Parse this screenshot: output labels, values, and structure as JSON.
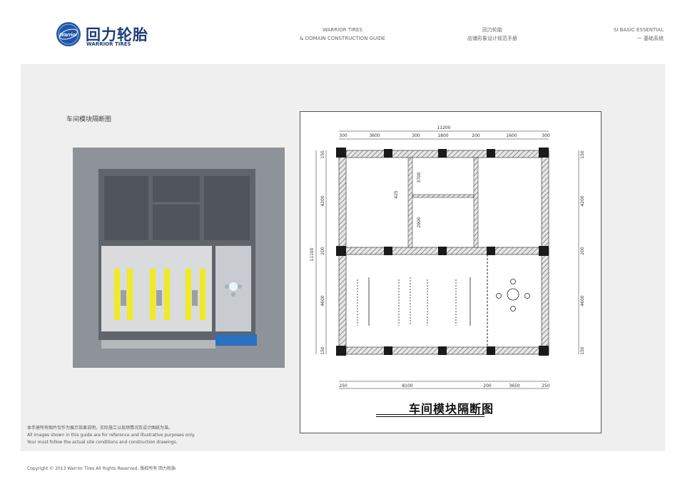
{
  "header": {
    "brand_cn": "回力轮胎",
    "brand_en": "WARRIOR TIRES",
    "logo_text": "Warrior",
    "col1_line1": "WARRIOR TIRES",
    "col1_line2": "& DOMAIN CONSTRUCTION GUIDE",
    "col2_line1": "回力轮胎",
    "col2_line2": "店铺形象设计规范手册",
    "col3_line1": "SI BASIC ESSENTIAL",
    "col3_line2": "一 基础系统"
  },
  "section_title": "车间模块隔断图",
  "drawing": {
    "title": "车间模块隔断图",
    "dim_top": [
      "300",
      "3600",
      "300",
      "1800",
      "200",
      "1600",
      "300"
    ],
    "dim_total": "11200",
    "dim_bottom": [
      "250",
      "8100",
      "200",
      "3650",
      "250"
    ],
    "dim_left": [
      "150",
      "4200",
      "200",
      "4600",
      "150"
    ],
    "dim_left_total": "11100",
    "dim_right": [
      "150",
      "4200",
      "200",
      "4600",
      "150"
    ],
    "room_labels": [
      "2900",
      "3700",
      "425"
    ],
    "colors": {
      "wall": "#777777",
      "column": "#1a1a1a",
      "line": "#222222"
    }
  },
  "notes": [
    "本手册所有图片仅作为展示效果说明，实际施工以现场情况及设计图纸为准。",
    "All images shown in this guide are for reference and illustrative purposes only.",
    "Your must follow the actual site conditions and construction drawings."
  ],
  "footer": "Copyright © 2013 Warrior Tires All Rights Reserved.  版权所有 回力轮胎"
}
